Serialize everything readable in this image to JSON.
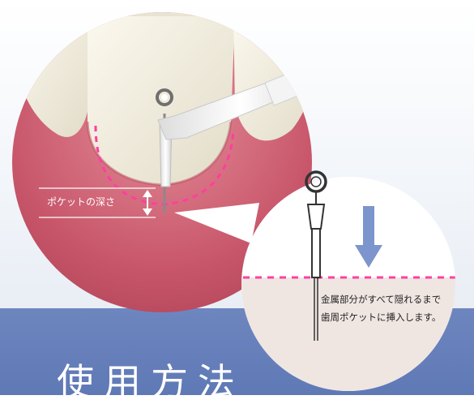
{
  "illustration": {
    "pocket_depth_label": "ポケットの深さ",
    "instruction": "金属部分がすべて隠れるまで歯周ポケットに挿入します。"
  },
  "footer": {
    "title": "使用方法"
  },
  "colors": {
    "band": "#6e86bf",
    "gum": "#c8566a",
    "tooth": "#f1ecdc",
    "dashed_line": "#ff3fa0",
    "arrow": "#7c95cc"
  }
}
